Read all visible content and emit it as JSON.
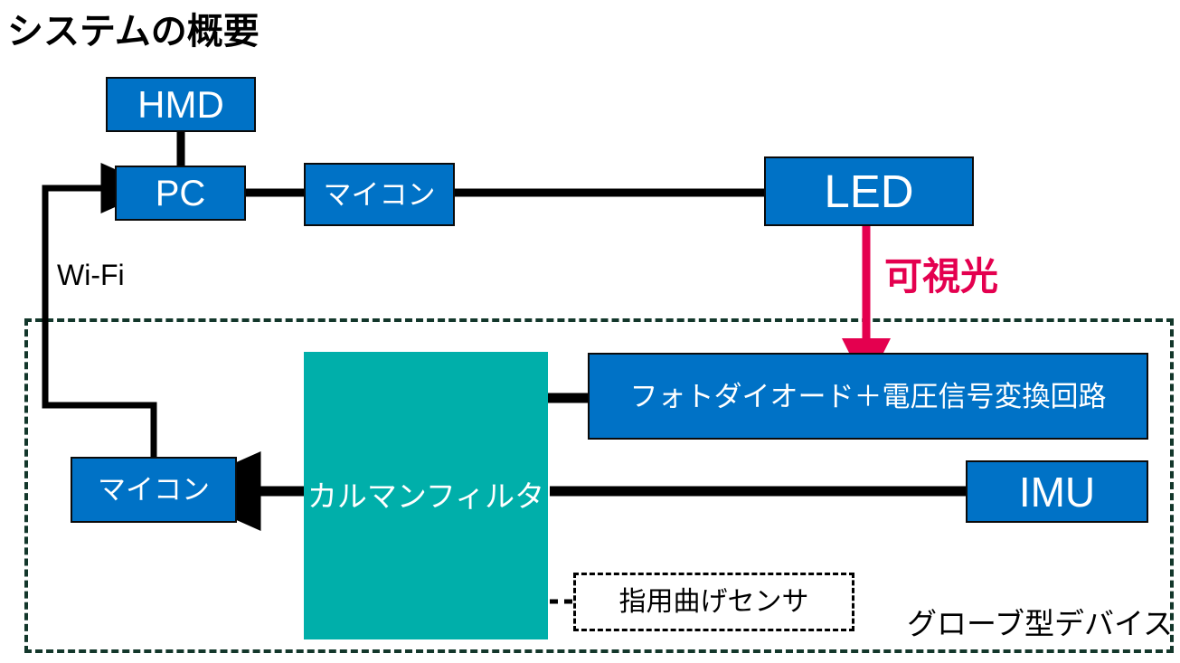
{
  "title": "システムの概要",
  "colors": {
    "box_blue": "#0072C6",
    "box_teal": "#00AFAA",
    "light_arrow": "#E4004F",
    "boundary_dashed": "#13372B",
    "wire": "#000000",
    "box_text": "#FFFFFF",
    "label_text": "#000000"
  },
  "nodes": {
    "hmd": {
      "label": "HMD"
    },
    "pc": {
      "label": "PC"
    },
    "mcu_top": {
      "label": "マイコン"
    },
    "led": {
      "label": "LED"
    },
    "photodiode": {
      "label": "フォトダイオード＋電圧信号変換回路"
    },
    "kalman": {
      "label": "カルマンフィルタ"
    },
    "imu": {
      "label": "IMU"
    },
    "mcu_bottom": {
      "label": "マイコン"
    },
    "bend_sensor": {
      "label": "指用曲げセンサ"
    }
  },
  "labels": {
    "wifi": "Wi-Fi",
    "visible_light": "可視光",
    "glove_device": "グローブ型デバイス"
  },
  "connections": [
    {
      "from": "hmd",
      "to": "pc",
      "style": "solid",
      "arrow": "none"
    },
    {
      "from": "pc",
      "to": "mcu_top",
      "style": "solid",
      "arrow": "none"
    },
    {
      "from": "mcu_top",
      "to": "led",
      "style": "solid",
      "arrow": "none"
    },
    {
      "from": "led",
      "to": "photodiode",
      "style": "solid",
      "arrow": "end",
      "label": "可視光",
      "color": "#E4004F"
    },
    {
      "from": "photodiode",
      "to": "kalman",
      "style": "solid",
      "arrow": "none"
    },
    {
      "from": "imu",
      "to": "kalman",
      "style": "solid",
      "arrow": "none"
    },
    {
      "from": "kalman",
      "to": "mcu_bottom",
      "style": "solid",
      "arrow": "end"
    },
    {
      "from": "bend_sensor",
      "to": "kalman",
      "style": "dashed",
      "arrow": "none"
    },
    {
      "from": "mcu_bottom",
      "to": "pc",
      "style": "solid",
      "arrow": "end",
      "label": "Wi-Fi"
    }
  ]
}
